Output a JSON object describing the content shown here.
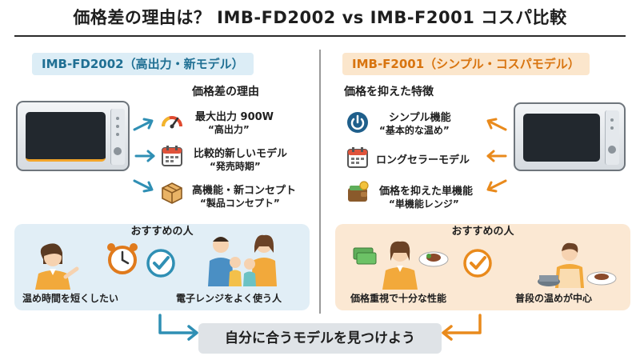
{
  "title": "価格差の理由は？ IMB-FD2002 vs IMB-F2001 コスパ比較",
  "left": {
    "model_label": "IMB-FD2002（高出力・新モデル）",
    "section_heading": "価格差の理由",
    "reasons": [
      {
        "main": "最大出力 900W",
        "sub": "“高出力”",
        "icon": "gauge-icon"
      },
      {
        "main": "比較的新しいモデル",
        "sub": "“発売時期”",
        "icon": "calendar-icon"
      },
      {
        "main": "高機能・新コンセプト",
        "sub": "“製品コンセプト”",
        "icon": "box-icon"
      }
    ],
    "recommend_heading": "おすすめの人",
    "recommendations": [
      "温め時間を短くしたい",
      "電子レンジをよく使う人"
    ],
    "accent_color": "#2f8fb4"
  },
  "right": {
    "model_label": "IMB-F2001（シンプル・コスパモデル）",
    "section_heading": "価格を抑えた特徴",
    "features": [
      {
        "main": "シンプル機能",
        "sub": "“基本的な温め”",
        "icon": "power-icon"
      },
      {
        "main": "ロングセラーモデル",
        "sub": "",
        "icon": "calendar-icon"
      },
      {
        "main": "価格を抑えた単機能",
        "sub": "“単機能レンジ”",
        "icon": "wallet-icon"
      }
    ],
    "recommend_heading": "おすすめの人",
    "recommendations": [
      "価格重視で十分な性能",
      "普段の温めが中心"
    ],
    "accent_color": "#e98a1c"
  },
  "footer": "自分に合うモデルを見つけよう"
}
